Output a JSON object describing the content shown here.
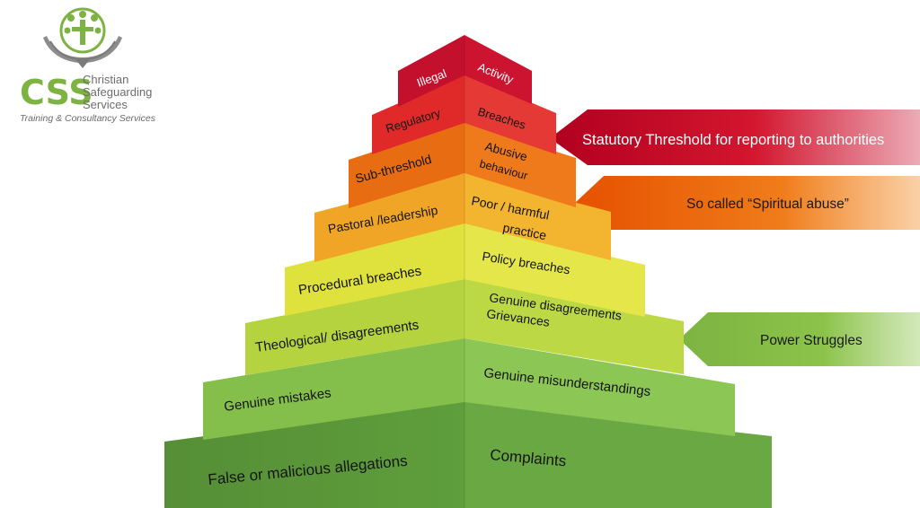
{
  "logo": {
    "acronym": "CSS",
    "line1": "Christian",
    "line2": "Safeguarding",
    "line3": "Services",
    "tagline": "Training & Consultancy Services",
    "colors": {
      "green": "#7cb342",
      "grey": "#6d6d6d"
    }
  },
  "pyramid": {
    "levels": [
      {
        "left": "Illegal",
        "right": "Activity",
        "color": "#c8102e"
      },
      {
        "left": "Regulatory",
        "right": "Breaches",
        "color": "#e53935"
      },
      {
        "left": "Sub-threshold",
        "right_line1": "Abusive",
        "right_line2": "behaviour",
        "color": "#ef6c00"
      },
      {
        "left": "Pastoral /leadership",
        "right_line1": "Poor / harmful",
        "right_line2": "practice",
        "color": "#f39c20"
      },
      {
        "left": "Procedural breaches",
        "right": "Policy breaches",
        "color": "#dfe03a"
      },
      {
        "left": "Theological/ disagreements",
        "right_line1": "Genuine disagreements",
        "right_line2": "Grievances",
        "color": "#c3d840"
      },
      {
        "left": "Genuine mistakes",
        "right": "Genuine misunderstandings",
        "color": "#8bc34a"
      },
      {
        "left": "False or malicious allegations",
        "right": "Complaints",
        "color": "#5f9e3c"
      }
    ]
  },
  "arrows": [
    {
      "text": "Statutory Threshold for reporting to authorities",
      "color": "#c8102e"
    },
    {
      "text": "So called “Spiritual abuse”",
      "color": "#ef6c00"
    },
    {
      "text": "Power Struggles",
      "color": "#8bc34a"
    }
  ]
}
